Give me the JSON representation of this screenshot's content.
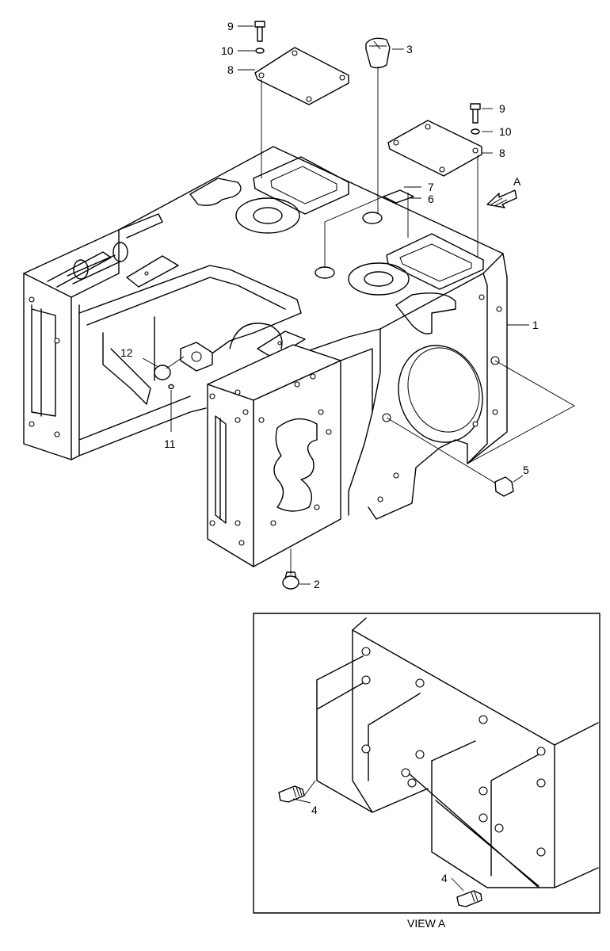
{
  "callouts": {
    "c1": "1",
    "c2": "2",
    "c3": "3",
    "c4a": "4",
    "c4b": "4",
    "c5": "5",
    "c6": "6",
    "c7": "7",
    "c8a": "8",
    "c8b": "8",
    "c9a": "9",
    "c9b": "9",
    "c10a": "10",
    "c10b": "10",
    "c11": "11",
    "c12": "12"
  },
  "view_arrow_label": "A",
  "view_caption": "VIEW A"
}
